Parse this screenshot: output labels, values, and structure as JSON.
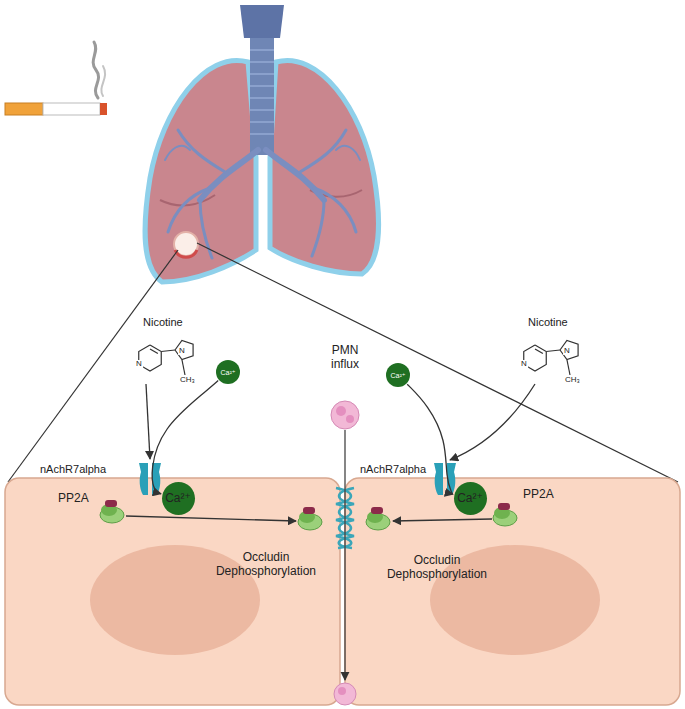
{
  "diagram": {
    "nodes": [
      {
        "text": [
          "PP2A",
          "Occludin Dephosphorylation"
        ]
      },
      {
        "text": [
          "PP2A",
          "Occludin Dephosphorylation"
        ]
      },
      {
        "text": [
          "Ca²⁺"
        ]
      },
      {
        "text": [
          "Ca²⁺"
        ],
        "in": 0
      },
      {
        "text": [
          "Ca²⁺"
        ]
      },
      {
        "text": [
          "Ca²⁺"
        ],
        "in": 1
      }
    ],
    "edges": [
      {
        "from": 2,
        "to": 3,
        "arrow": "to"
      },
      {
        "from": 4,
        "to": 5,
        "arrow": "to"
      }
    ],
    "labels": [
      "Nicotine",
      "N",
      "N",
      "CH₃",
      "Nicotine",
      "N",
      "N",
      "CH₃",
      "PMN influx",
      "nAchR7alpha",
      "nAchR7alpha"
    ]
  }
}
